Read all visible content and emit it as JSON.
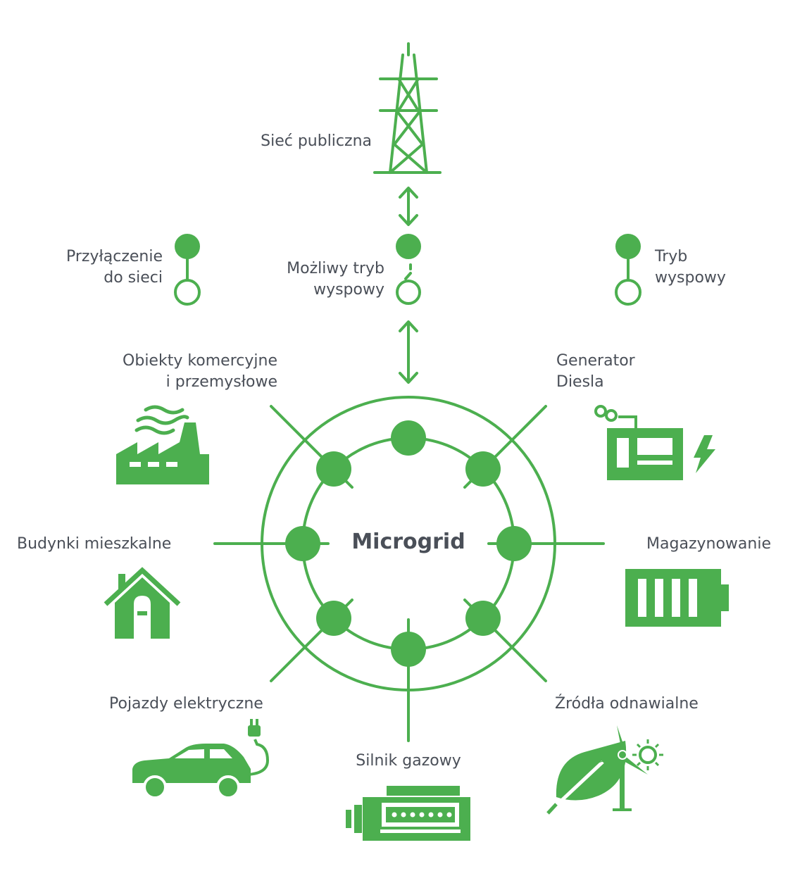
{
  "colors": {
    "accent": "#4caf4f",
    "text": "#4a4f58",
    "background": "#ffffff"
  },
  "center": {
    "title": "Microgrid"
  },
  "grid": {
    "label": "Sieć publiczna"
  },
  "legend": {
    "connected": {
      "line1": "Przyłączenie",
      "line2": "do sieci"
    },
    "possible": {
      "line1": "Możliwy tryb",
      "line2": "wyspowy"
    },
    "island": {
      "line1": "Tryb",
      "line2": "wyspowy"
    }
  },
  "nodes": {
    "commercial": {
      "line1": "Obiekty komercyjne",
      "line2": "i przemysłowe",
      "icon": "factory-icon"
    },
    "diesel": {
      "line1": "Generator",
      "line2": "Diesla",
      "icon": "diesel-generator-icon"
    },
    "residential": {
      "label": "Budynki mieszkalne",
      "icon": "house-icon"
    },
    "storage": {
      "label": "Magazynowanie",
      "icon": "battery-icon"
    },
    "ev": {
      "label": "Pojazdy elektryczne",
      "icon": "electric-car-icon"
    },
    "renewable": {
      "label": "Źródła odnawialne",
      "icon": "leaf-wind-sun-icon"
    },
    "gas": {
      "label": "Silnik gazowy",
      "icon": "gas-engine-icon"
    }
  }
}
